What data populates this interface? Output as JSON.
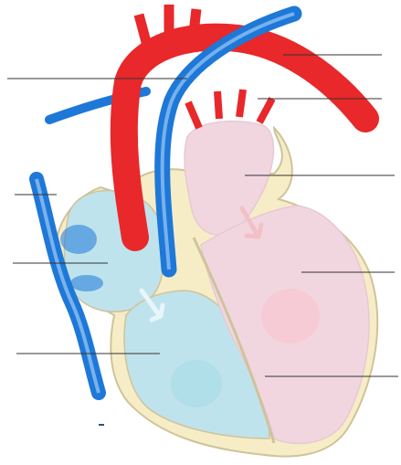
{
  "diagram": {
    "colors": {
      "oxygenated": "#e8282a",
      "deoxygenated": "#1e78d8",
      "left_heart_fill": "#f1d6e0",
      "right_heart_fill": "#bfe3ec",
      "heart_wall": "#f6edc6",
      "outline": "#cfc39a",
      "label_line": "#333333"
    },
    "structures": [
      "aorta",
      "pulmonary-artery",
      "superior-vena-cava",
      "inferior-vena-cava",
      "pulmonary-veins",
      "left-atrium",
      "left-ventricle",
      "right-atrium",
      "right-ventricle",
      "septum"
    ],
    "label_lines_count": 9
  }
}
